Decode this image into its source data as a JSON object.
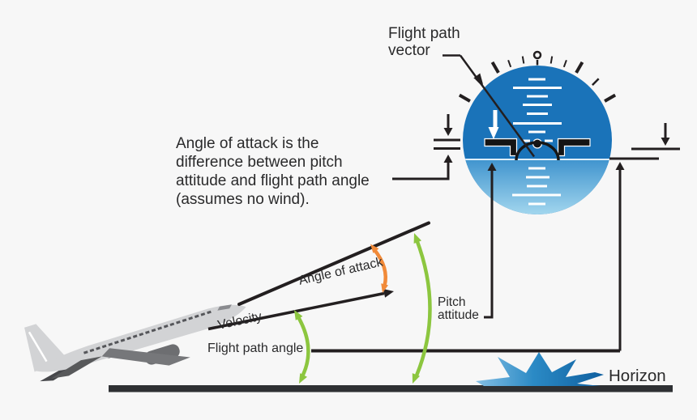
{
  "title": "Angle of attack diagram",
  "labels": {
    "flight_path_vector": "Flight path\nvector",
    "explanation": "Angle of attack is the\ndifference between pitch\nattitude and flight path angle\n(assumes no wind).",
    "angle_of_attack": "Angle of attack",
    "velocity": "Velocity",
    "pitch_attitude": "Pitch\nattitude",
    "flight_path_angle": "Flight path angle",
    "horizon": "Horizon"
  },
  "colors": {
    "background": "#f7f7f7",
    "instrument_sky_blue": "#1a73b9",
    "instrument_ground_blue_top": "#4094ce",
    "instrument_ground_blue_bottom": "#a5d8ef",
    "line_black": "#231f20",
    "angle_of_attack_arc_orange": "#f18a39",
    "angle_arcs_green": "#8cc63f",
    "horizon_bar_gray": "#2e3033",
    "starburst_blue_light": "#85c0e5",
    "starburst_blue_dark": "#0f5f9f",
    "airplane_gray": "#d2d3d5"
  }
}
